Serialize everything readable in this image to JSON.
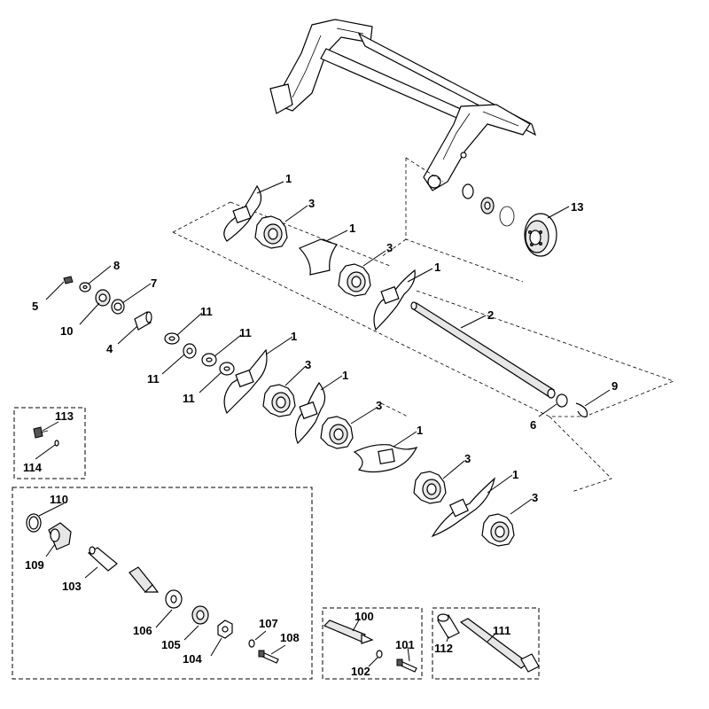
{
  "labels": {
    "l1a": "1",
    "l1b": "1",
    "l1c": "1",
    "l1d": "1",
    "l1e": "1",
    "l1f": "1",
    "l1g": "1",
    "l2": "2",
    "l3a": "3",
    "l3b": "3",
    "l3c": "3",
    "l3d": "3",
    "l3e": "3",
    "l3f": "3",
    "l4": "4",
    "l5": "5",
    "l6": "6",
    "l7": "7",
    "l8": "8",
    "l9": "9",
    "l10": "10",
    "l11a": "11",
    "l11b": "11",
    "l11c": "11",
    "l11d": "11",
    "l13": "13",
    "l100": "100",
    "l101": "101",
    "l102": "102",
    "l103": "103",
    "l104": "104",
    "l105": "105",
    "l106": "106",
    "l107": "107",
    "l108": "108",
    "l109": "109",
    "l110": "110",
    "l111": "111",
    "l112": "112",
    "l113": "113",
    "l114": "114"
  }
}
